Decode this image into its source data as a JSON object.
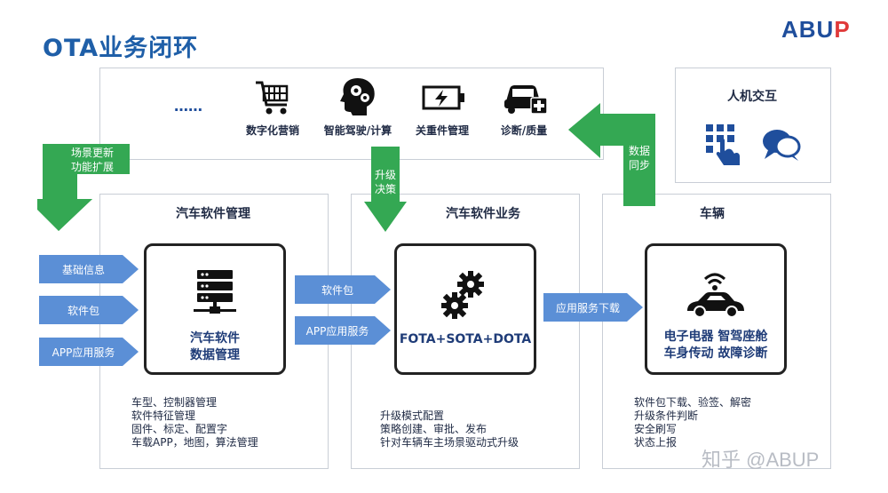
{
  "header": {
    "title": "OTA业务闭环",
    "logo_main": "ABU",
    "logo_accent": "P"
  },
  "top_bar": {
    "ellipsis": "……",
    "items": [
      {
        "label": "数字化营销",
        "icon": "shopping-cart-icon"
      },
      {
        "label": "智能驾驶/计算",
        "icon": "brain-gears-icon"
      },
      {
        "label": "关重件管理",
        "icon": "battery-icon"
      },
      {
        "label": "诊断/质量",
        "icon": "car-medical-icon"
      }
    ]
  },
  "hmi": {
    "title": "人机交互",
    "icons": [
      "touch-keypad-icon",
      "chat-bubbles-icon"
    ]
  },
  "flows": {
    "scene_update": "场景更新\n功能扩展",
    "upgrade_decision": "升级\n决策",
    "data_sync": "数据\n同步"
  },
  "inputs": [
    "基础信息",
    "软件包",
    "APP应用服务"
  ],
  "mid_arrows": [
    "软件包",
    "APP应用服务"
  ],
  "right_arrow": "应用服务下载",
  "sections": {
    "management": {
      "title": "汽车软件管理",
      "core_label": "汽车软件\n数据管理",
      "core_icon": "server-icon",
      "notes": [
        "车型、控制器管理",
        "软件特征管理",
        "固件、标定、配置字",
        "车载APP，地图，算法管理"
      ]
    },
    "business": {
      "title": "汽车软件业务",
      "core_label": "FOTA+SOTA+DOTA",
      "core_icon": "gears-icon",
      "notes": [
        "升级模式配置",
        "策略创建、审批、发布",
        "针对车辆车主场景驱动式升级"
      ]
    },
    "vehicle": {
      "title": "车辆",
      "core_label": "电子电器 智驾座舱\n车身传动 故障诊断",
      "core_icon": "connected-car-icon",
      "notes": [
        "软件包下载、验签、解密",
        "升级条件判断",
        "安全刷写",
        "状态上报"
      ]
    }
  },
  "watermark": "知乎 @ABUP",
  "colors": {
    "title_blue": "#1f5fa8",
    "arrow_blue": "#5b8fd6",
    "flow_green": "#34a853",
    "logo_red": "#e03a3a"
  }
}
